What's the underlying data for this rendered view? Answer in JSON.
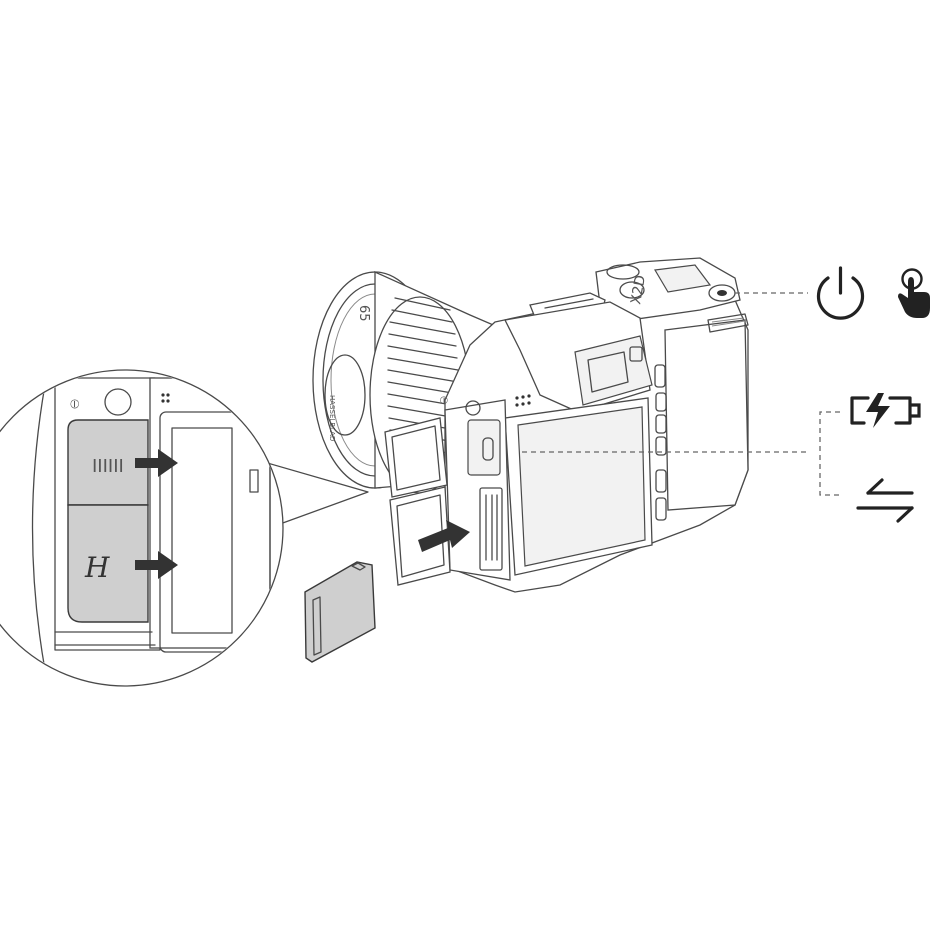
{
  "camera": {
    "lens_focal_marking": "65",
    "lens_brand_marking": "HASSELBLAD",
    "model_marking": "X2D"
  },
  "inset": {
    "upper_door_mark": "IIIIII",
    "lower_door_mark": "H"
  },
  "icons": [
    "power-icon",
    "touch-icon",
    "battery-charging-icon",
    "data-transfer-icon"
  ]
}
